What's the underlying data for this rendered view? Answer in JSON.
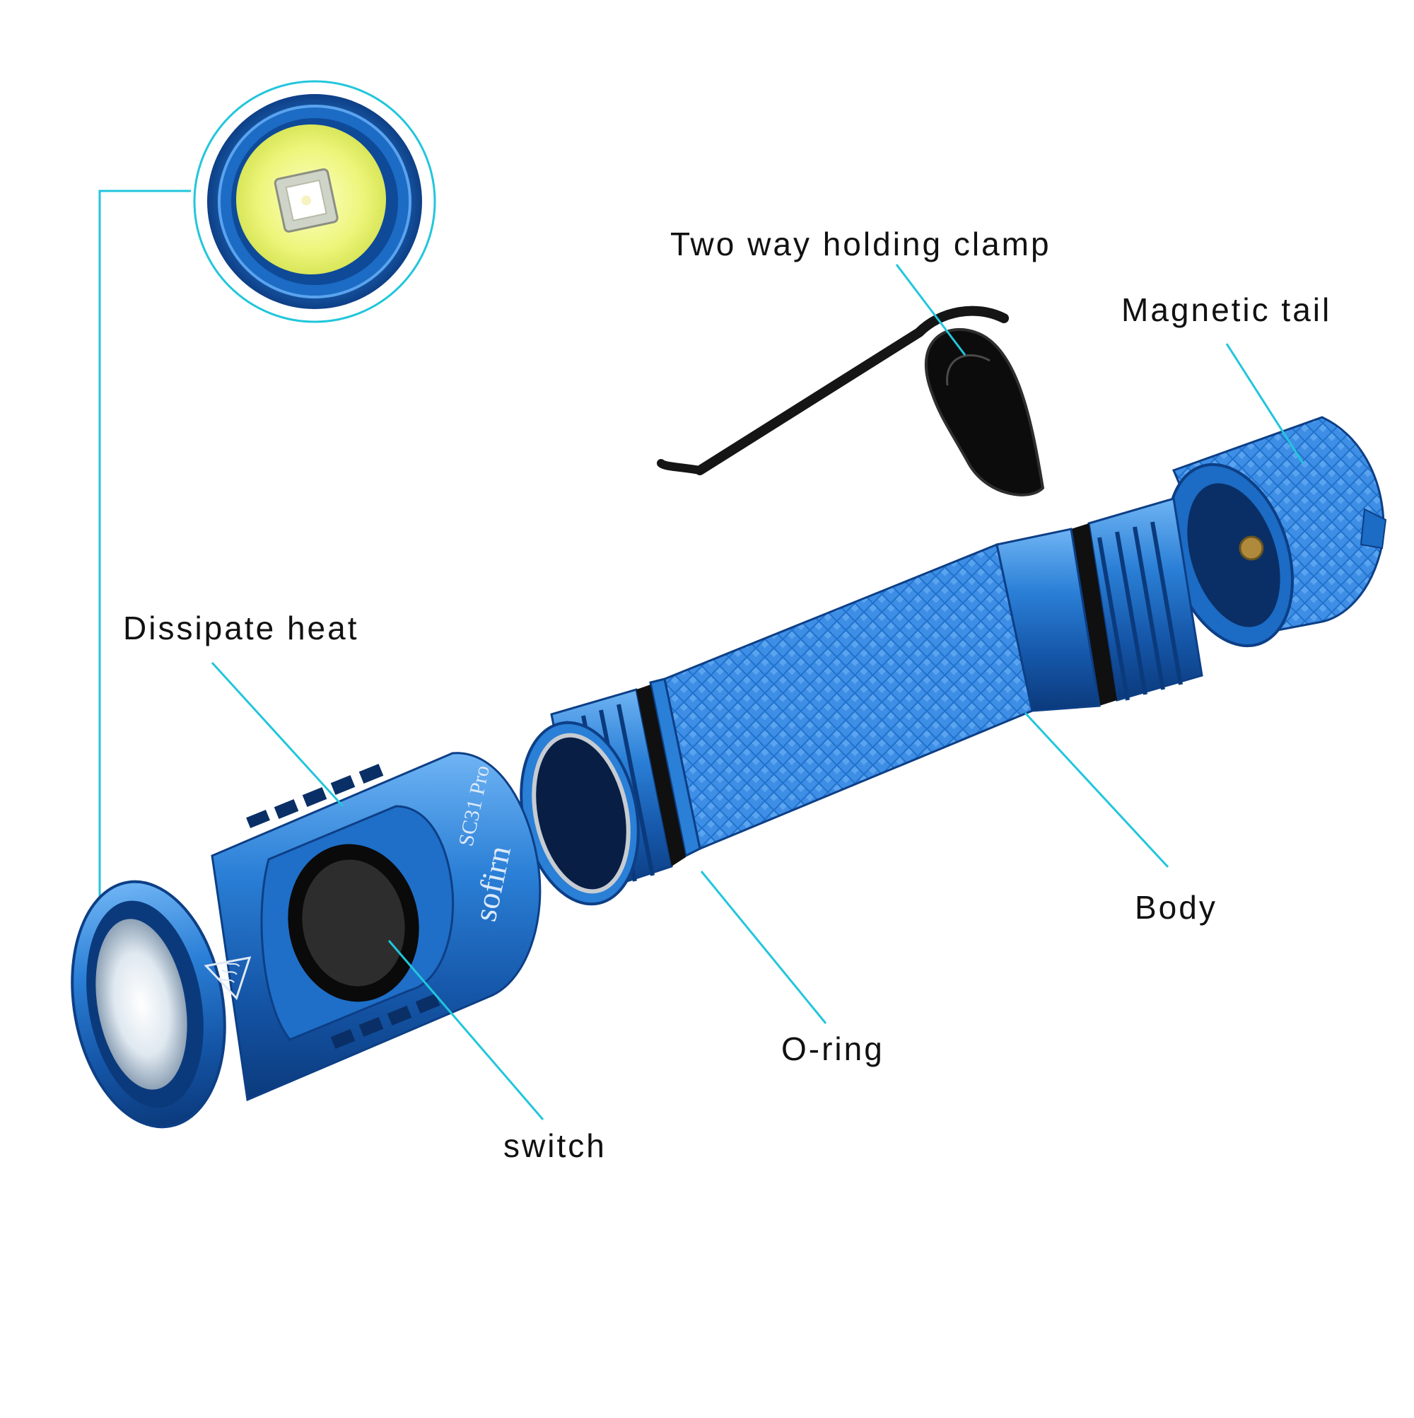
{
  "colors": {
    "leader_line": "#22c6dc",
    "body_blue": "#1c6bc4",
    "body_blue_dark": "#0d3f86",
    "body_blue_light": "#5aa3ef",
    "led_yellow": "#f2f78a",
    "clip_black": "#151515"
  },
  "labels": {
    "clamp": "Two way holding clamp",
    "tail": "Magnetic tail",
    "heat": "Dissipate heat",
    "body": "Body",
    "oring": "O-ring",
    "switch": "switch"
  },
  "engraving": {
    "brand": "sofirn",
    "model": "SC31 Pro"
  },
  "icons": [
    "hot-surface-warning-icon",
    "led-emitter-icon",
    "switch-button-icon"
  ]
}
